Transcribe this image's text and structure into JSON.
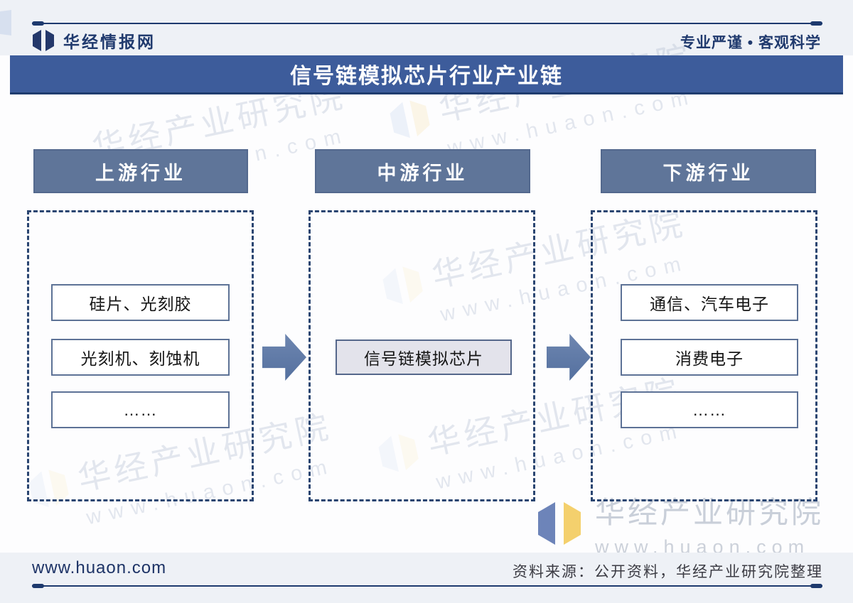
{
  "header": {
    "brand": "华经情报网",
    "slogan": "专业严谨 • 客观科学"
  },
  "title": "信号链模拟芯片行业产业链",
  "diagram": {
    "columns": [
      {
        "header": "上游行业",
        "items": [
          "硅片、光刻胶",
          "光刻机、刻蚀机",
          "……"
        ]
      },
      {
        "header": "中游行业",
        "items": [
          "信号链模拟芯片"
        ]
      },
      {
        "header": "下游行业",
        "items": [
          "通信、汽车电子",
          "消费电子",
          "……"
        ]
      }
    ]
  },
  "watermark": {
    "name": "华经产业研究院",
    "url": "www.huaon.com"
  },
  "footer": {
    "website": "www.huaon.com",
    "source": "资料来源：公开资料，华经产业研究院整理"
  },
  "colors": {
    "title_bar": "#3d5c9b",
    "column_header": "#5f7599",
    "arrow": "#5b76a4",
    "navy_line": "#1e3a6e",
    "dashed_border": "#2a4571",
    "box_border": "#5d7296",
    "midstream_box_fill": "#e3e3eb",
    "strip_bg": "#eef1f6"
  }
}
